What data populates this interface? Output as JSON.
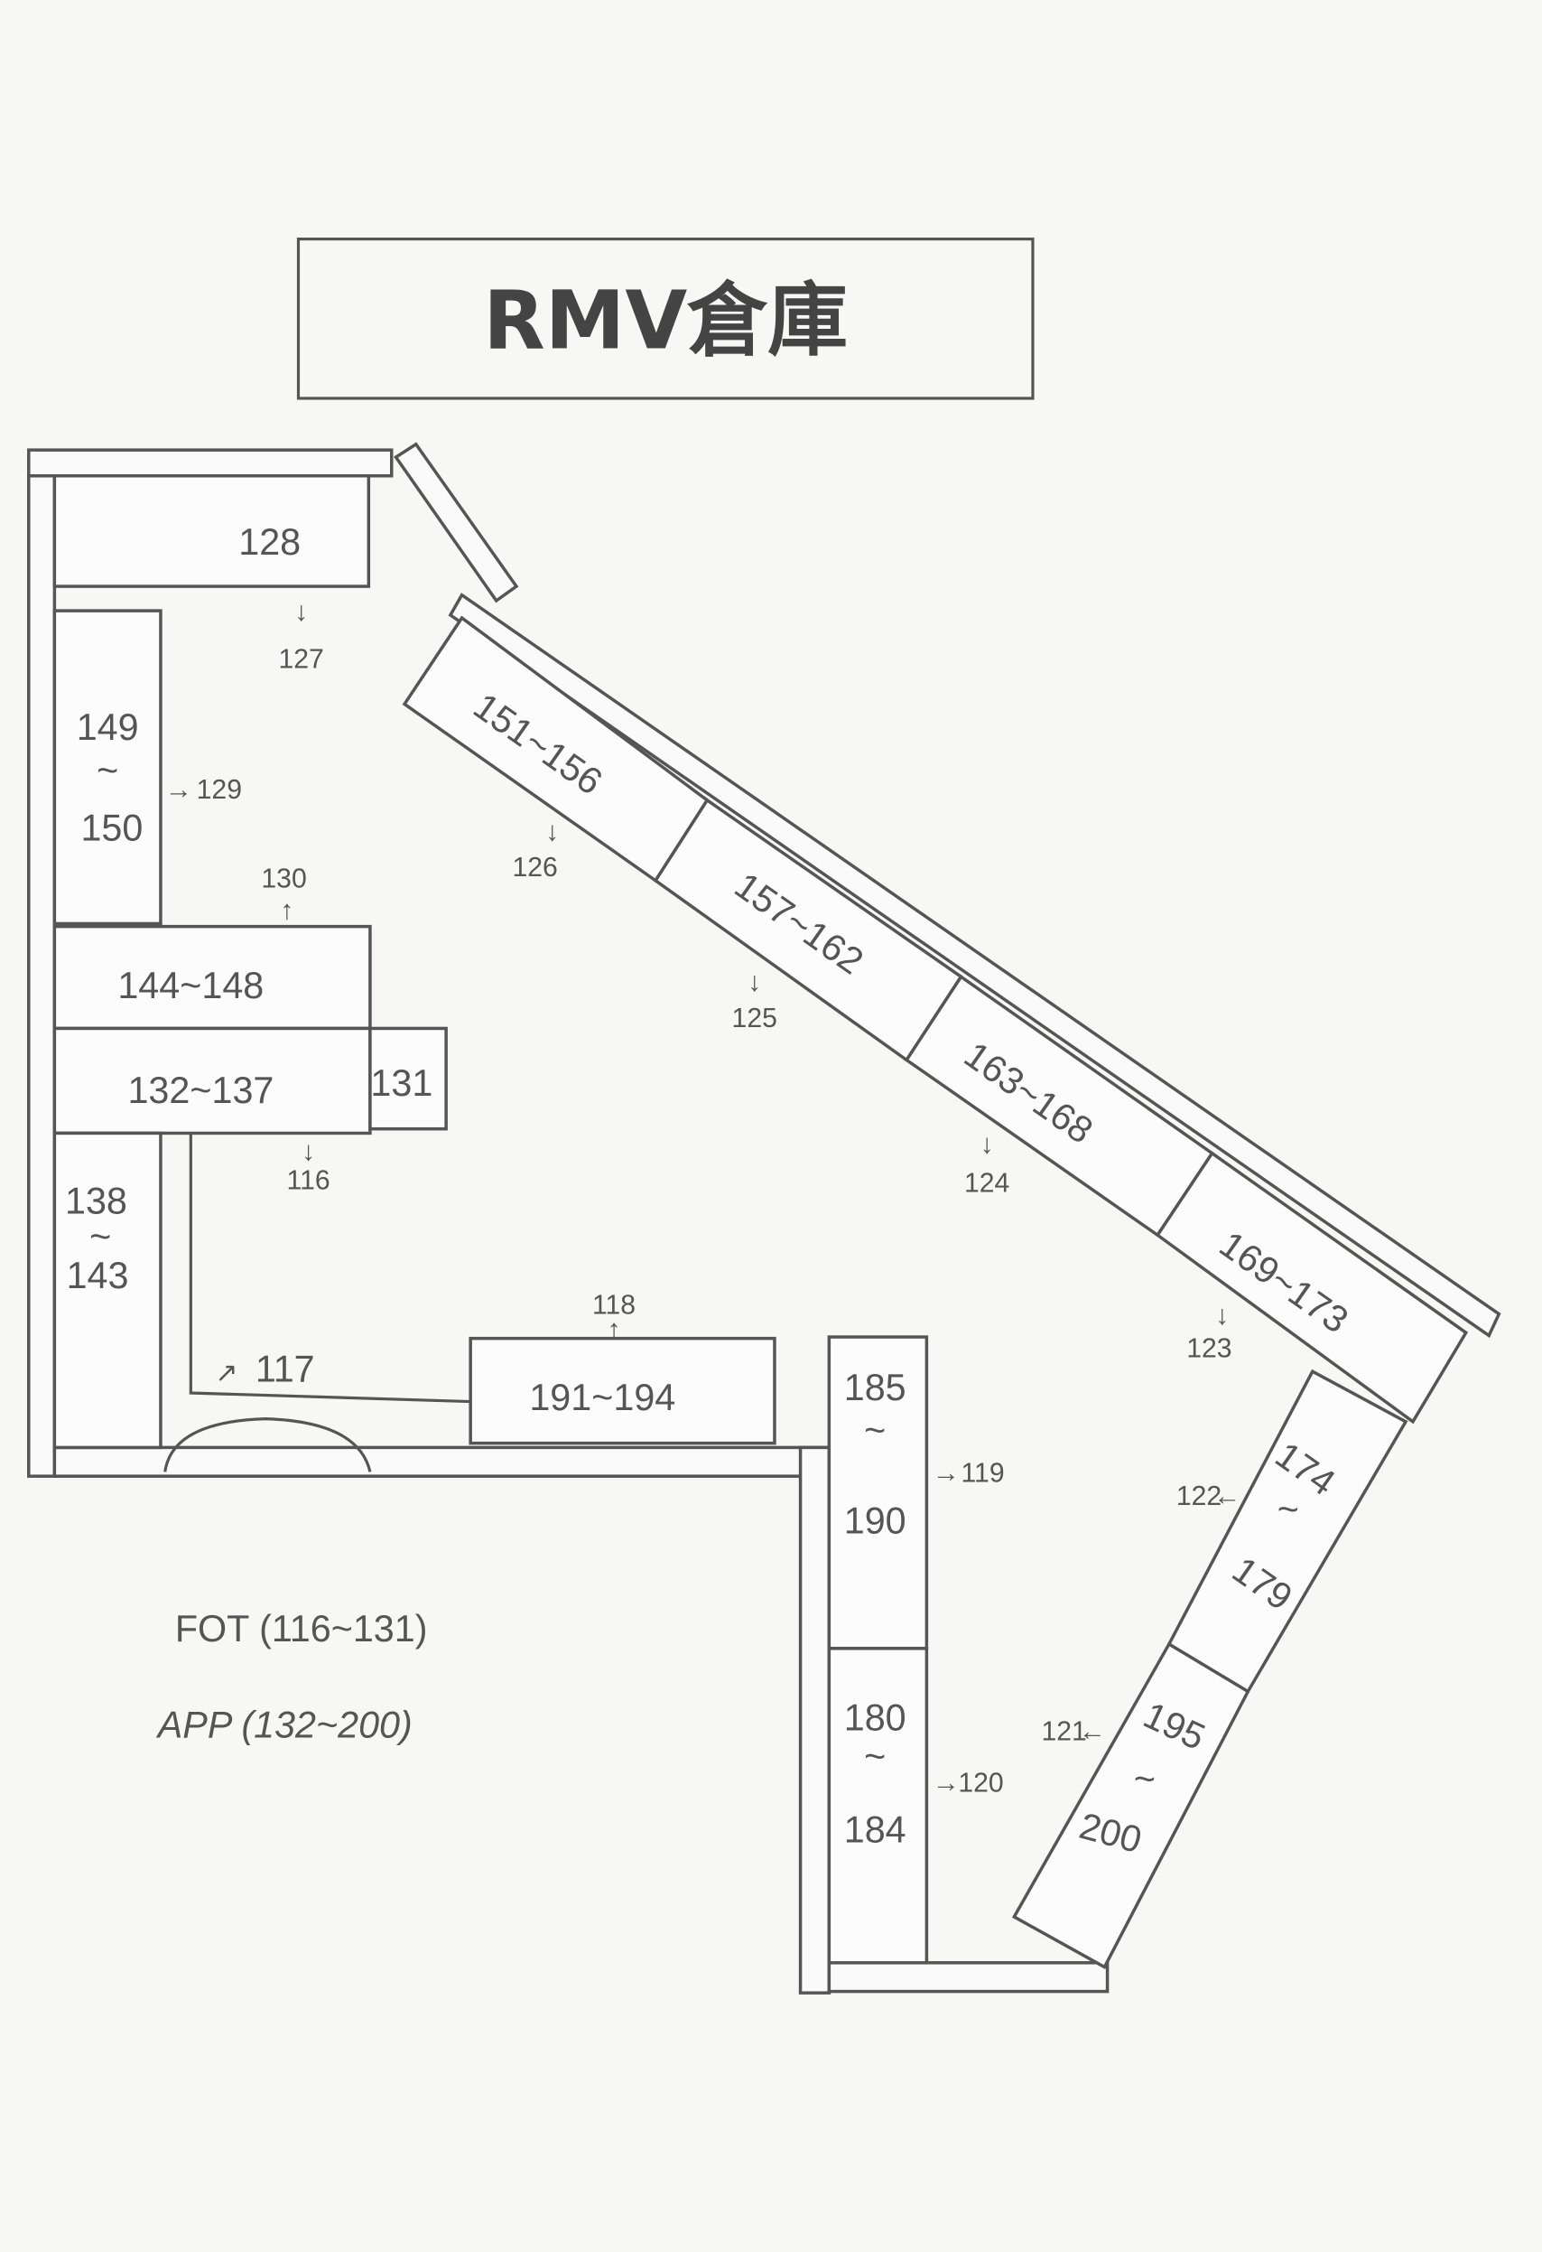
{
  "title": "RMV倉庫",
  "shelves": {
    "s128": "128",
    "s149": "149",
    "s149_tilde": "~",
    "s150": "150",
    "s144_148": "144~148",
    "s132_137": "132~137",
    "s131": "131",
    "s138": "138",
    "s138_tilde": "~",
    "s143": "143",
    "s151_156": "151~156",
    "s157_162": "157~162",
    "s163_168": "163~168",
    "s169_173": "169~173",
    "s174": "174",
    "s174_tilde": "~",
    "s179": "179",
    "s195": "195",
    "s195_tilde": "~",
    "s200": "200",
    "s185": "185",
    "s185_tilde": "~",
    "s190": "190",
    "s180": "180",
    "s180_tilde": "~",
    "s184": "184",
    "s191_194": "191~194"
  },
  "doors": {
    "d116": "116",
    "d117": "117",
    "d118": "118",
    "d119": "119",
    "d120": "120",
    "d121": "121",
    "d122": "122",
    "d123": "123",
    "d124": "124",
    "d125": "125",
    "d126": "126",
    "d127": "127",
    "d129": "129",
    "d130": "130"
  },
  "legend": {
    "fot": "FOT (116~131)",
    "app": "APP (132~200)"
  }
}
